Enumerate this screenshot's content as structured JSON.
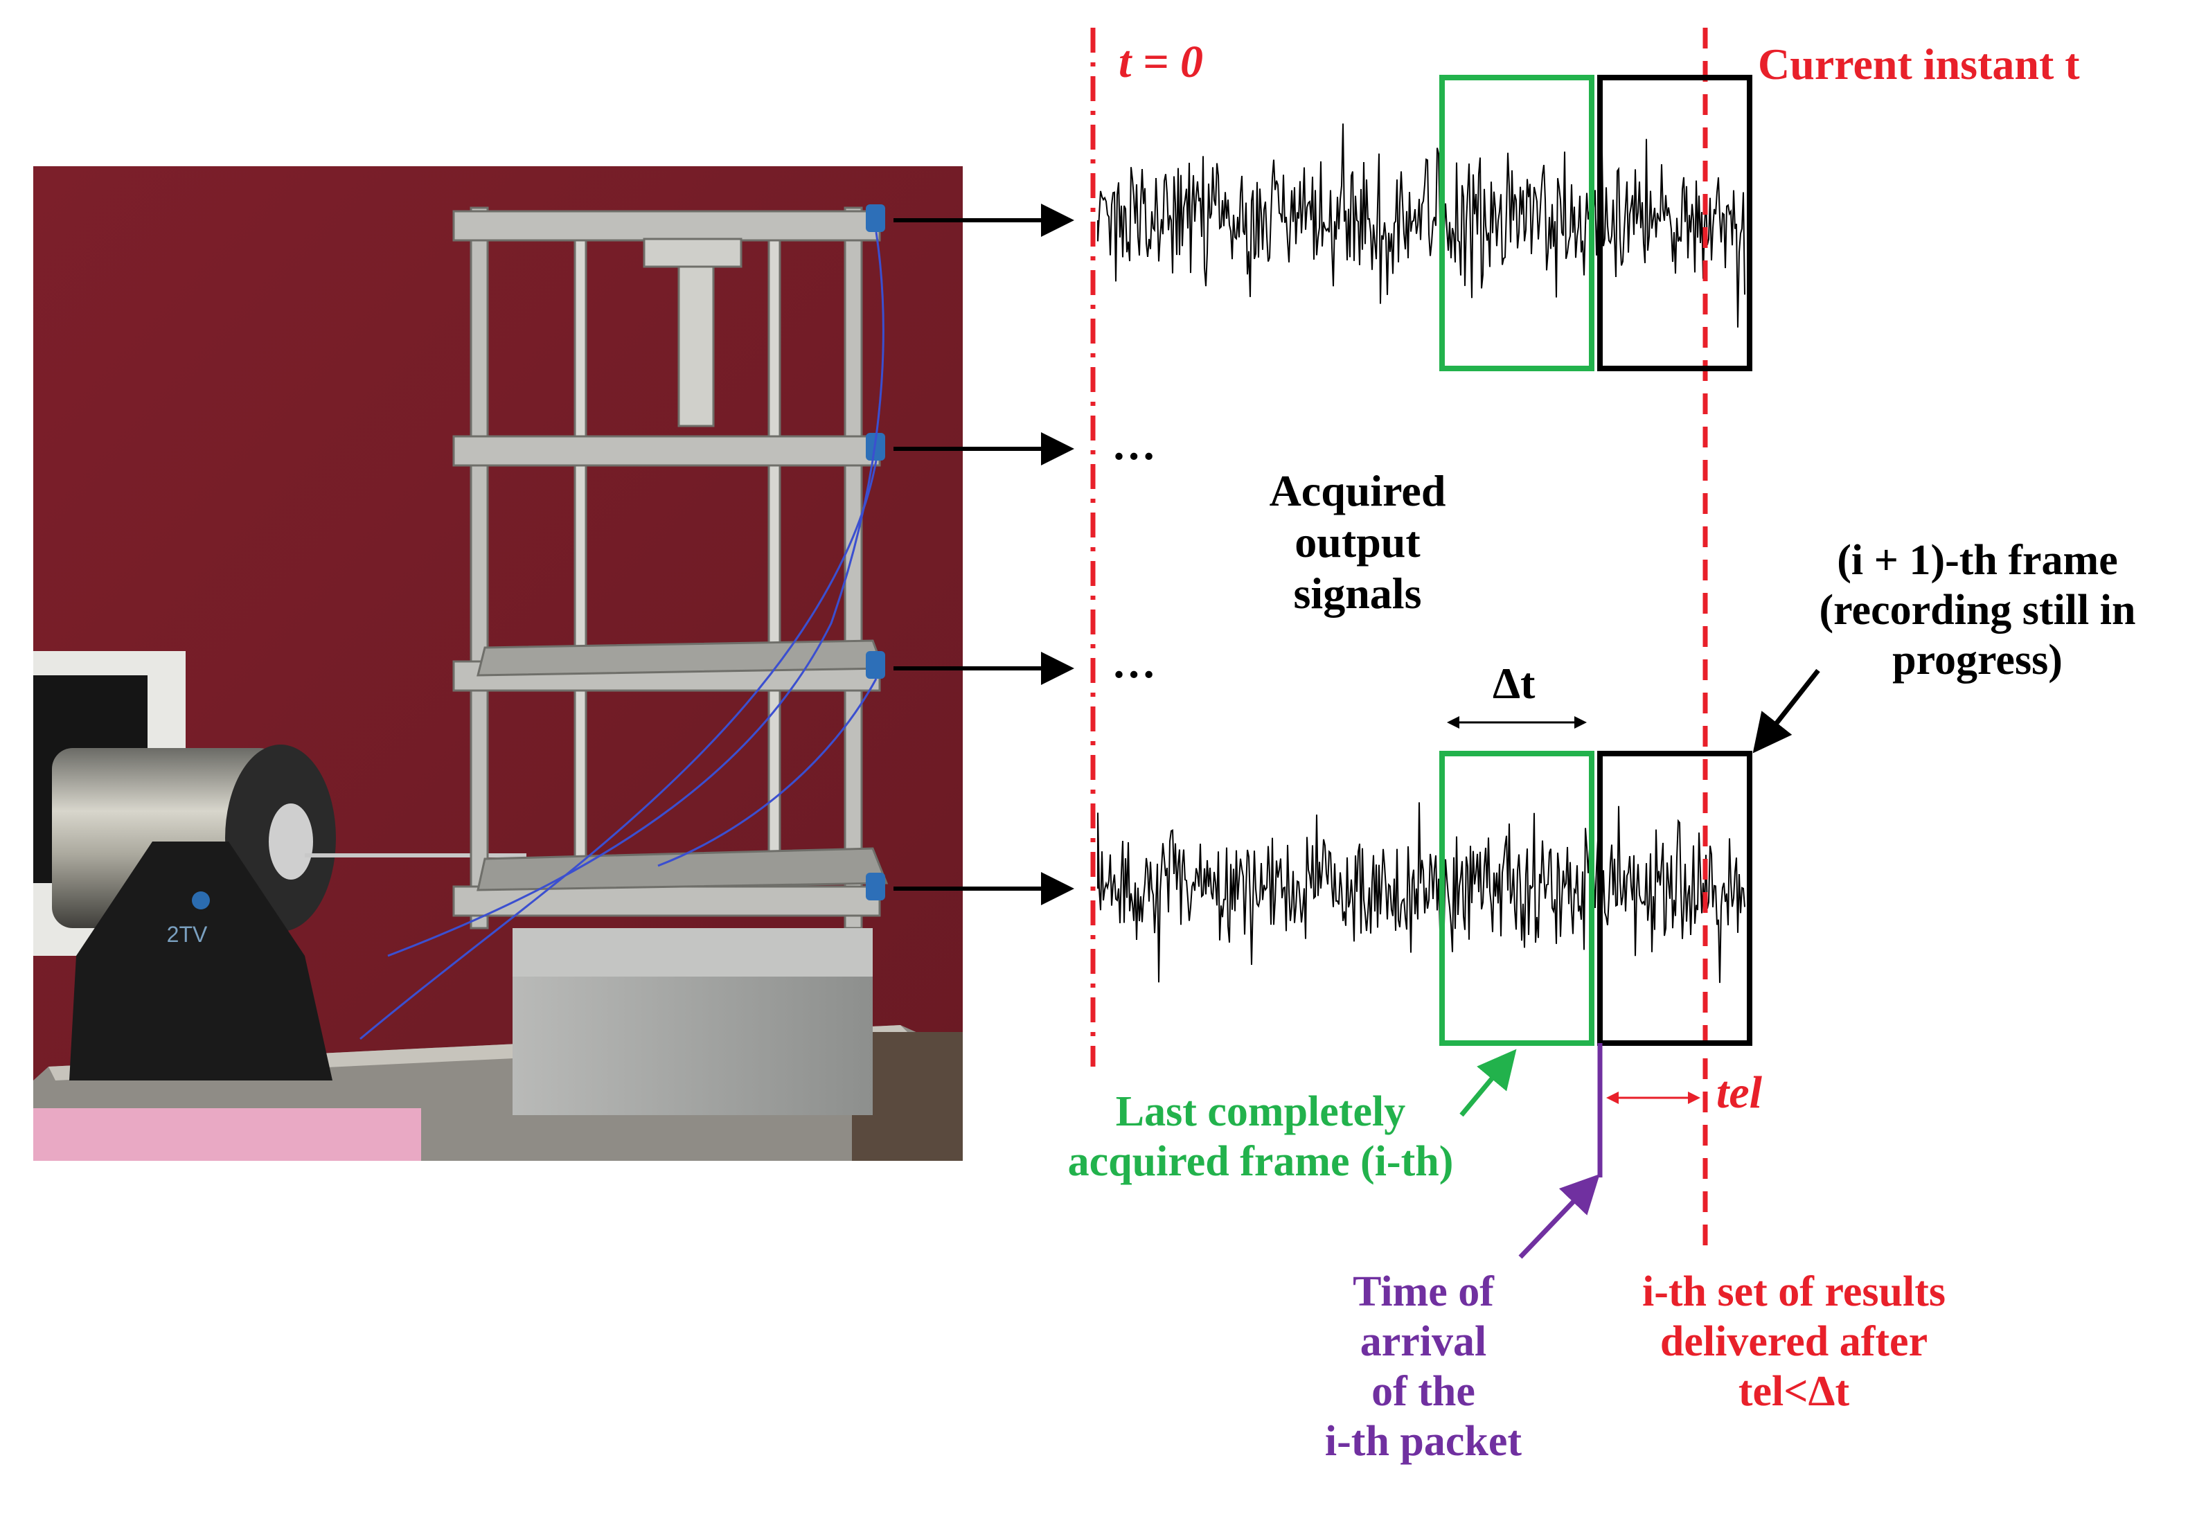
{
  "labels": {
    "t_zero": "t = 0",
    "current_instant": "Current instant t",
    "dots_1": "…",
    "dots_2": "…",
    "acquired_output_signals": [
      "Acquired",
      "output",
      "signals"
    ],
    "delta_t": "Δt",
    "next_frame": [
      "(i + 1)-th frame",
      "(recording still in",
      "progress)"
    ],
    "t_el": "tel",
    "last_frame": [
      "Last completely",
      "acquired frame (i-th)"
    ],
    "time_of_arrival": [
      "Time of",
      "arrival",
      "of the",
      "i-th packet"
    ],
    "results": [
      "i-th set of results",
      "delivered after",
      "tel<Δt"
    ]
  },
  "photo": {
    "device_label": "2TV"
  },
  "colors": {
    "red": "#e8202a",
    "green": "#22b24c",
    "purple": "#7030a0",
    "black": "#000000",
    "wall": "#7a1e28"
  }
}
